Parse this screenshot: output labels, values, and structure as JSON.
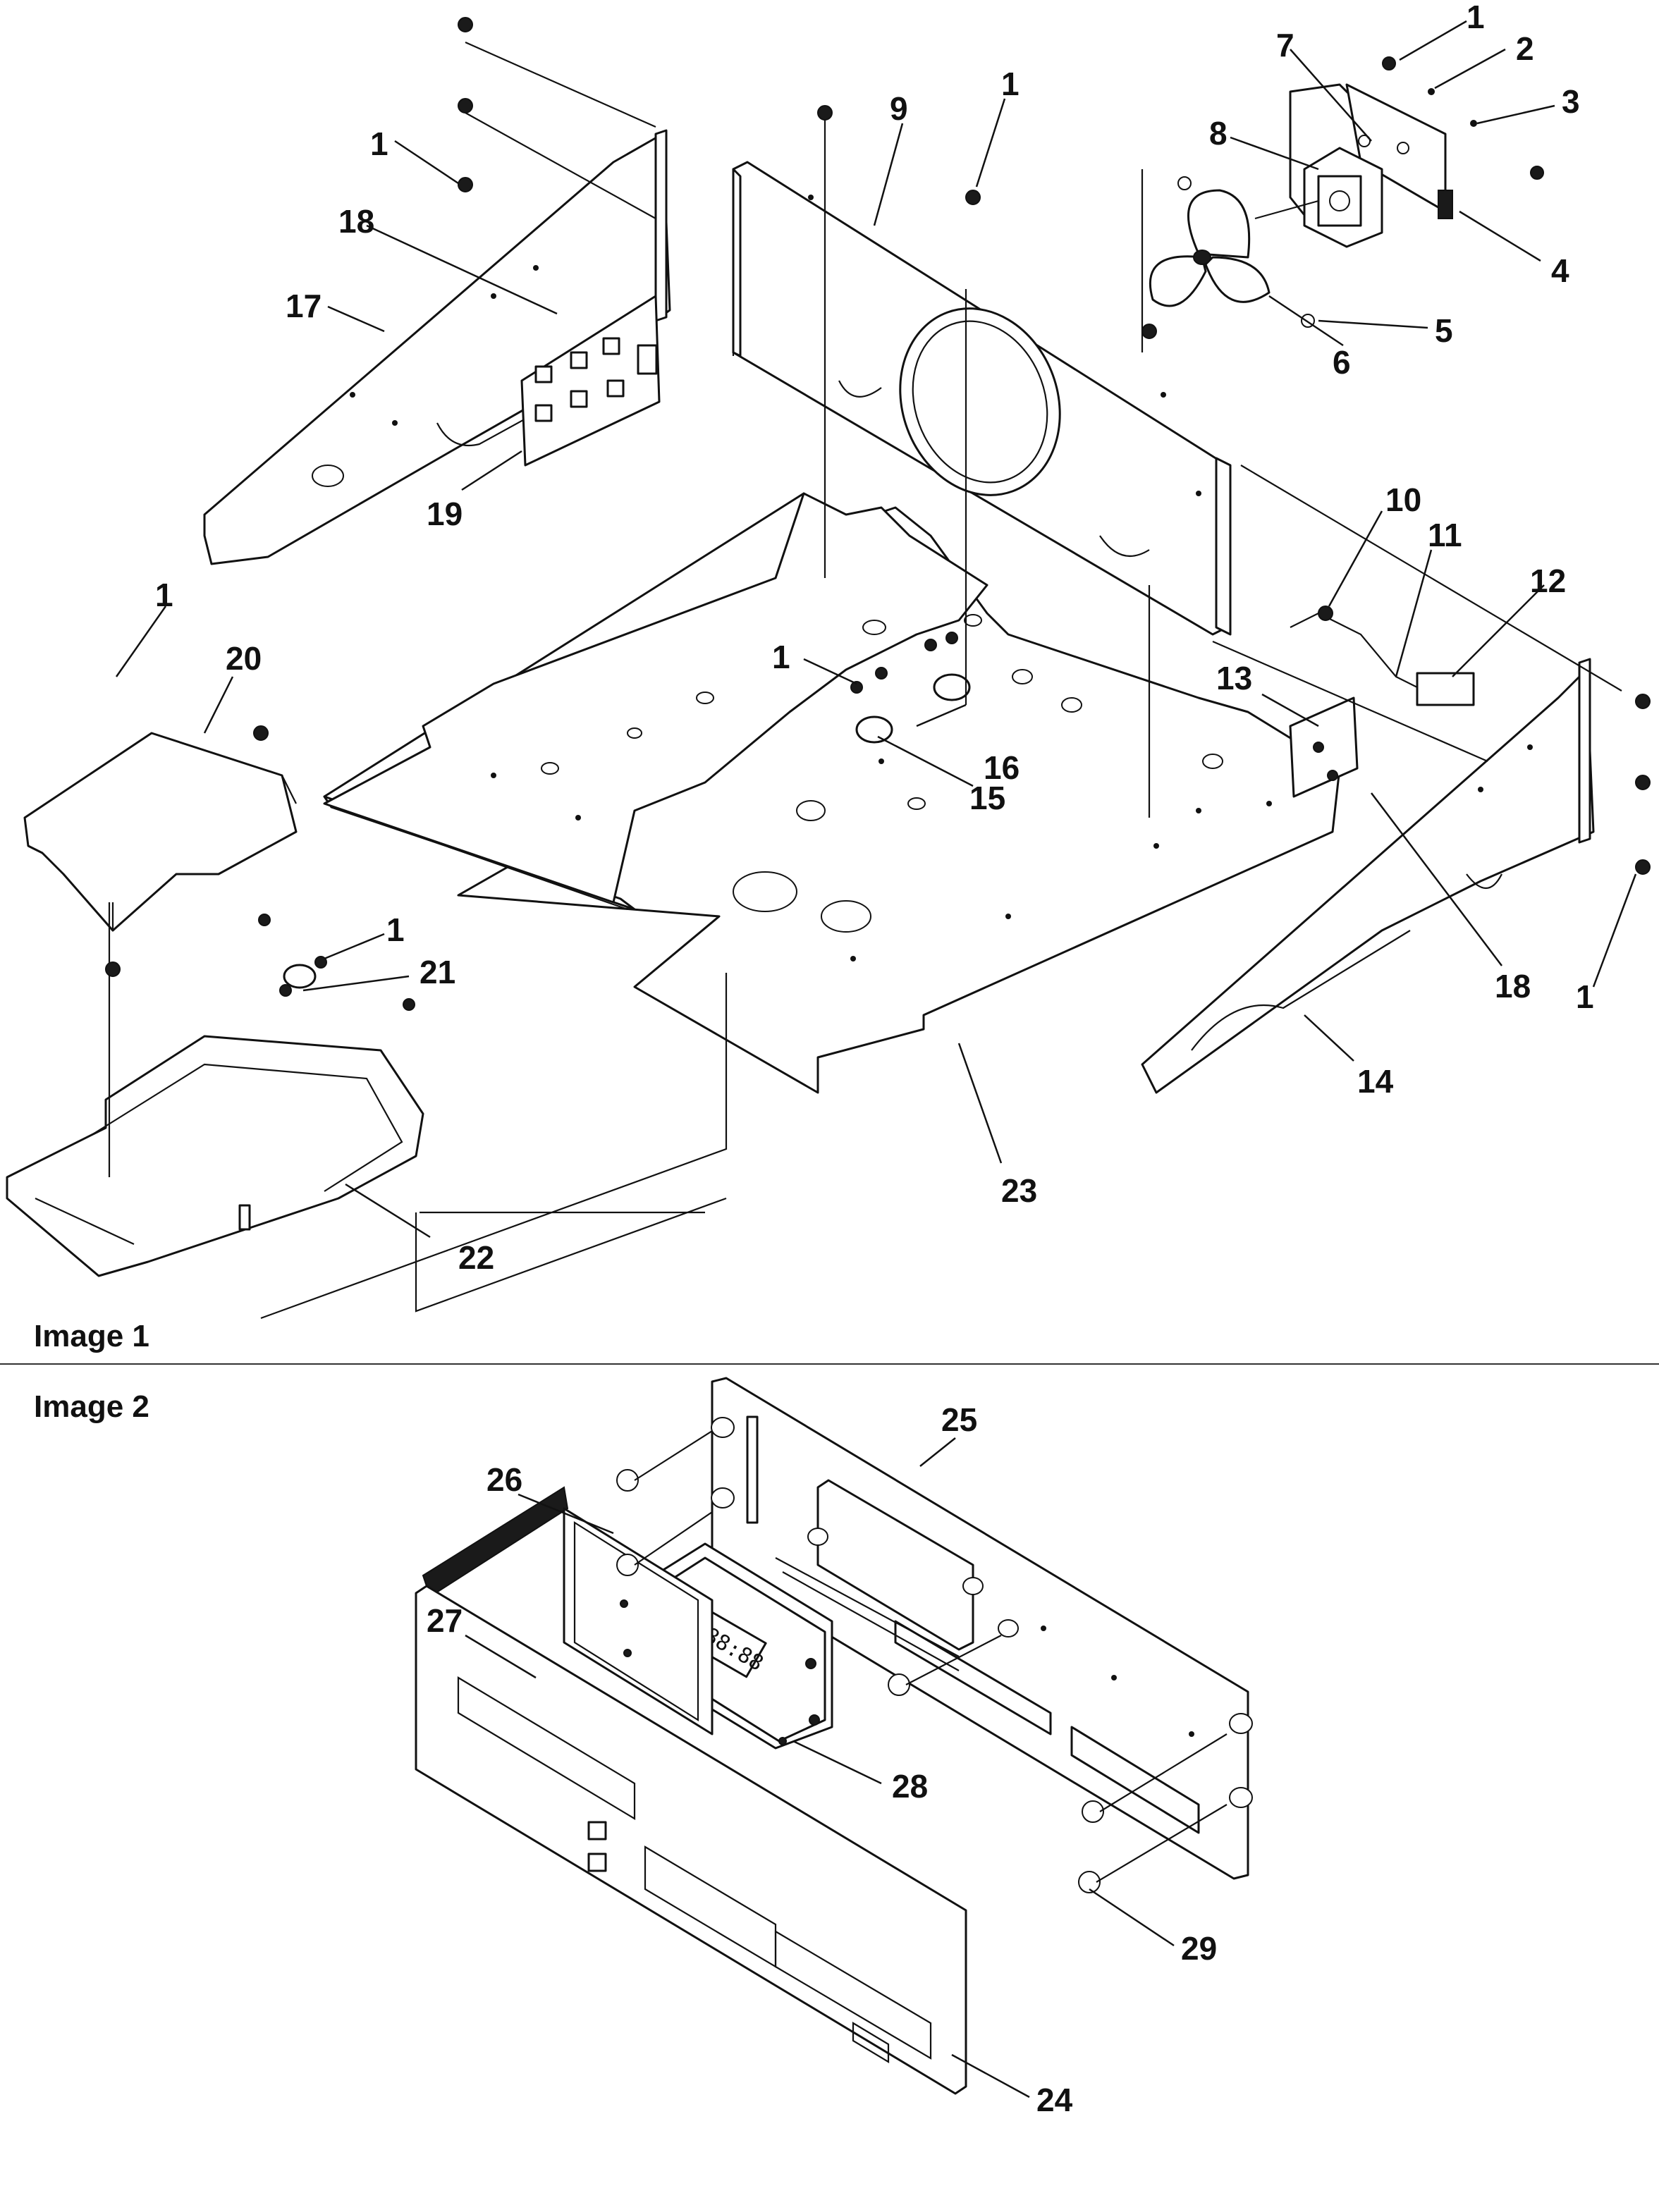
{
  "sections": [
    {
      "id": "image1",
      "title": "Image 1"
    },
    {
      "id": "image2",
      "title": "Image 2"
    }
  ],
  "display_readout": "88:88",
  "callouts": [
    {
      "label": "1"
    },
    {
      "label": "2"
    },
    {
      "label": "3"
    },
    {
      "label": "4"
    },
    {
      "label": "5"
    },
    {
      "label": "6"
    },
    {
      "label": "7"
    },
    {
      "label": "8"
    },
    {
      "label": "9"
    },
    {
      "label": "1"
    },
    {
      "label": "1"
    },
    {
      "label": "18"
    },
    {
      "label": "17"
    },
    {
      "label": "19"
    },
    {
      "label": "10"
    },
    {
      "label": "11"
    },
    {
      "label": "12"
    },
    {
      "label": "13"
    },
    {
      "label": "1"
    },
    {
      "label": "16"
    },
    {
      "label": "15"
    },
    {
      "label": "1"
    },
    {
      "label": "20"
    },
    {
      "label": "1"
    },
    {
      "label": "21"
    },
    {
      "label": "22"
    },
    {
      "label": "23"
    },
    {
      "label": "14"
    },
    {
      "label": "18"
    },
    {
      "label": "1"
    },
    {
      "label": "25"
    },
    {
      "label": "26"
    },
    {
      "label": "27"
    },
    {
      "label": "28"
    },
    {
      "label": "29"
    },
    {
      "label": "24"
    }
  ]
}
